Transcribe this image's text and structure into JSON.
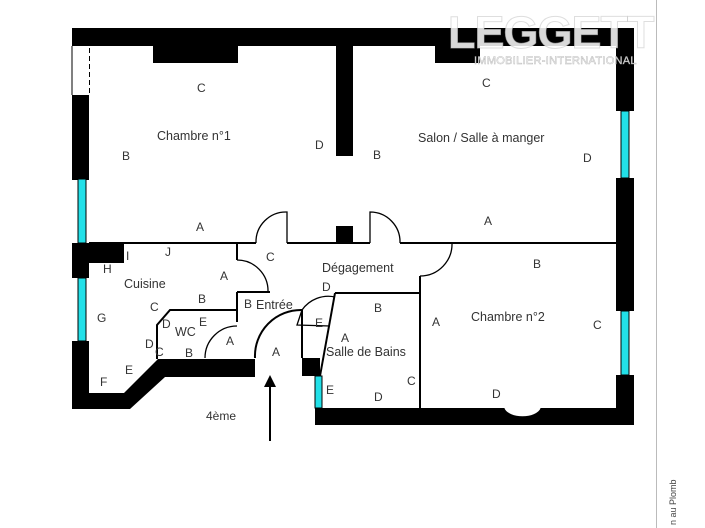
{
  "watermark": {
    "brand": "LEGGETT",
    "subtitle": "IMMOBILIER-INTERNATIONAL"
  },
  "side_caption": "n au Plomb",
  "floor_label": "4ème",
  "colors": {
    "wall": "#000000",
    "window": "#22e0e8",
    "background": "#ffffff",
    "text": "#333333"
  },
  "rooms": {
    "chambre1": {
      "name": "Chambre n°1",
      "walls": {
        "a": "A",
        "b": "B",
        "c": "C",
        "d": "D"
      }
    },
    "salon": {
      "name": "Salon / Salle à manger",
      "walls": {
        "a": "A",
        "b": "B",
        "c": "C",
        "d": "D"
      }
    },
    "degagement": {
      "name": "Dégagement",
      "walls": {
        "c": "C",
        "d": "D"
      }
    },
    "cuisine": {
      "name": "Cuisine",
      "walls": {
        "a": "A",
        "b": "B",
        "c": "C",
        "d": "D",
        "e": "E",
        "f": "F",
        "g": "G",
        "h": "H",
        "i": "I",
        "j": "J"
      }
    },
    "wc": {
      "name": "WC",
      "walls": {
        "a": "A",
        "b": "B",
        "c": "C",
        "d": "D",
        "e": "E"
      }
    },
    "entree": {
      "name": "Entrée",
      "walls": {
        "a": "A",
        "b": "B"
      }
    },
    "sdb": {
      "name": "Salle de Bains",
      "walls": {
        "a": "A",
        "b": "B",
        "c": "C",
        "d": "D",
        "e1": "E",
        "e2": "E"
      }
    },
    "chambre2": {
      "name": "Chambre n°2",
      "walls": {
        "a": "A",
        "b": "B",
        "c": "C",
        "d": "D"
      }
    }
  }
}
